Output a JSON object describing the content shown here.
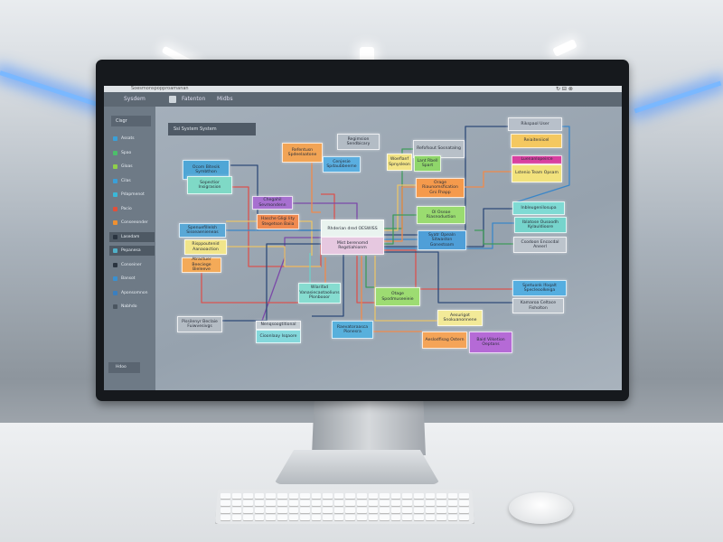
{
  "browser": {
    "url": "Soesmonspopproamanan",
    "tabs": [
      "Sysdem",
      "Fatenton",
      "Midbs"
    ]
  },
  "sidebar": {
    "heading": "Cisgr",
    "items": [
      "Assats",
      "Spao",
      "Gloas",
      "Cilas",
      "Pdapmenot",
      "Pacio",
      "Conseeonder",
      "Lasedam",
      "Pepanesa",
      "Conseiner",
      "Bansot",
      "Aponsomnon",
      "Nabhdo"
    ],
    "icon_colors": [
      "#3aa0d8",
      "#4cbf6a",
      "#8fcf4a",
      "#3a9fd8",
      "#3ab8d8",
      "#e0503a",
      "#f09030",
      "#2a3440",
      "#50b0c8",
      "#2a3440",
      "#3a90d0",
      "#3a7fc0",
      "#4a5560"
    ],
    "footer": "Hdoo"
  },
  "canvas": {
    "title": "Ssi System System"
  },
  "nodes": [
    {
      "text": "Ocom Bitesik Symbthon",
      "color": "#4fa6d6"
    },
    {
      "text": "Sopectior Insigrasion",
      "color": "#7fd9c6"
    },
    {
      "text": "Regimsion Sendbicary",
      "color": "#b3bcc5"
    },
    {
      "text": "Refentusn Spdeelaatone",
      "color": "#f2a455"
    },
    {
      "text": "Cenjesie Spdaubbeeme",
      "color": "#5aaee0"
    },
    {
      "text": "Chegahil Sevmondenn",
      "color": "#a770d0"
    },
    {
      "text": "Hasche Gligi lity Stegetson Baiia",
      "color": "#f08a50"
    },
    {
      "text": "Rhderian dred OESWISS",
      "color": "#e9f3ef"
    },
    {
      "text": "Mist berenomd Regstiahionm",
      "color": "#e6c8e0"
    },
    {
      "text": "Spenuefillelsh Sisseaenieneas",
      "color": "#5aa8d6"
    },
    {
      "text": "Risppoutenid Aanaoaction",
      "color": "#f1e58a"
    },
    {
      "text": "Atractuer Beeciege Bieleeve",
      "color": "#f4aa58"
    },
    {
      "text": "Refofsout Sosnatalng",
      "color": "#b8c0c8"
    },
    {
      "text": "Woeflanf Spnysleon",
      "color": "#f3e486"
    },
    {
      "text": "Lant Rbell Spart",
      "color": "#8fd66a"
    },
    {
      "text": "Orage Riaunomsfication Gni Fhapp",
      "color": "#f59a4c"
    },
    {
      "text": "Ol Oseae Riasnodustion",
      "color": "#9adc70"
    },
    {
      "text": "Syatr Opealn Sitwaston Gonestoam",
      "color": "#4f9fd8"
    },
    {
      "text": "Rikspaol User",
      "color": "#b8c0ca"
    },
    {
      "text": "Reiaiteniicel",
      "color": "#f4c860"
    },
    {
      "text": "Luenanlopeirce",
      "color": "#d840a0"
    },
    {
      "text": "Lstenio Team Opsam",
      "color": "#f2e27c"
    },
    {
      "text": "Inbleugenilosupa",
      "color": "#7fdad4"
    },
    {
      "text": "Iblatose Ousoodh Kylauldioore",
      "color": "#76d4cc"
    },
    {
      "text": "Csodoon Encocdal Aneerl",
      "color": "#bcc4cc"
    },
    {
      "text": "Wlarifad Vanasiecaotaoliuns Plonbooor",
      "color": "#86dcd0"
    },
    {
      "text": "Pissilenyr Beclaie Fuiwvesivgs",
      "color": "#b4bcc4"
    },
    {
      "text": "Nenqsoogtitional",
      "color": "#c8cfd5"
    },
    {
      "text": "Cioonlaay Isqaore",
      "color": "#84d8dc"
    },
    {
      "text": "Raevatoraasca Pionesra",
      "color": "#58b0dc"
    },
    {
      "text": "Otage Spodmuseeieie",
      "color": "#9ddc72"
    },
    {
      "text": "Spetuonk Ifoqalt Specleoolkeiga",
      "color": "#55aee0"
    },
    {
      "text": "Kamaroa Celtace Fisholton",
      "color": "#bac2ca"
    },
    {
      "text": "Aesurigot Snokuanonnene",
      "color": "#f3ea98"
    },
    {
      "text": "Aeslodfisag Ostern",
      "color": "#f4a458"
    },
    {
      "text": "Baid Vilketion Oeptans",
      "color": "#b56ad6"
    }
  ],
  "wire_colors": [
    "#2e4a78",
    "#d9534f",
    "#3f9a5a",
    "#e9c46a",
    "#f08a4b",
    "#3a86c8",
    "#7b4aa8",
    "#6fd0c8"
  ]
}
